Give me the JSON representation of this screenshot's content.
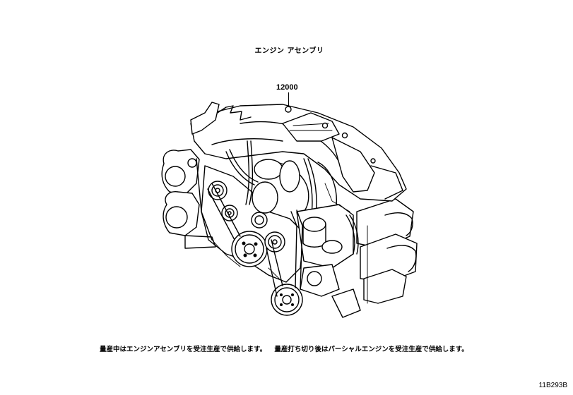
{
  "diagram": {
    "title": "エンジン アセンブリ",
    "parts": [
      {
        "number": "12000",
        "description": "エンジン アセンブリ"
      }
    ],
    "notes": [
      "量産中はエンジンアセンブリを受注生産で供給します。",
      "量産打ち切り後はパーシャルエンジンを受注生産で供給します。"
    ],
    "reference_code": "11B293B",
    "line_color": "#000000",
    "background_color": "#ffffff"
  }
}
